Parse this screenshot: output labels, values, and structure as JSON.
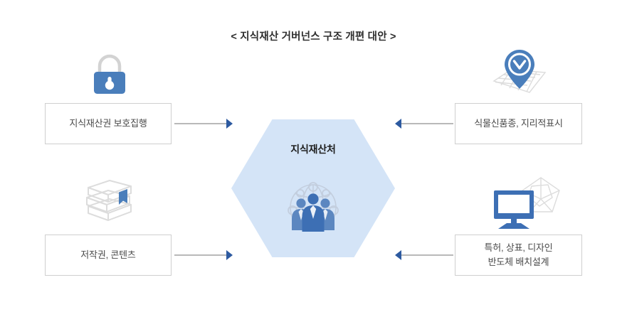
{
  "title": "< 지식재산 거버넌스 구조 개편 대안 >",
  "colors": {
    "hexagon_fill": "#d4e4f7",
    "accent_blue": "#4a7ebb",
    "arrow_blue": "#2d5aa0",
    "icon_gray": "#d9d9d9",
    "box_border": "#cfcfcf",
    "text_dark": "#2e2e2e",
    "text_body": "#4a4a4a",
    "background": "#ffffff"
  },
  "center": {
    "label": "지식재산처",
    "icon_name": "people-group-globe-icon",
    "shape": "hexagon"
  },
  "nodes": [
    {
      "id": "top-left",
      "label": "지식재산권 보호집행",
      "lines": [
        "지식재산권 보호집행"
      ],
      "icon_name": "padlock-icon",
      "arrow_direction": "right"
    },
    {
      "id": "bottom-left",
      "label": "저작권, 콘텐츠",
      "lines": [
        "저작권, 콘텐츠"
      ],
      "icon_name": "books-stack-icon",
      "arrow_direction": "right"
    },
    {
      "id": "top-right",
      "label": "식물신품종, 지리적표시",
      "lines": [
        "식물신품종, 지리적표시"
      ],
      "icon_name": "map-location-pin-icon",
      "arrow_direction": "left"
    },
    {
      "id": "bottom-right",
      "label": "특허, 상표, 디자인 반도체 배치설계",
      "lines": [
        "특허, 상표, 디자인",
        "반도체 배치설계"
      ],
      "icon_name": "monitor-chart-icon",
      "arrow_direction": "left"
    }
  ]
}
